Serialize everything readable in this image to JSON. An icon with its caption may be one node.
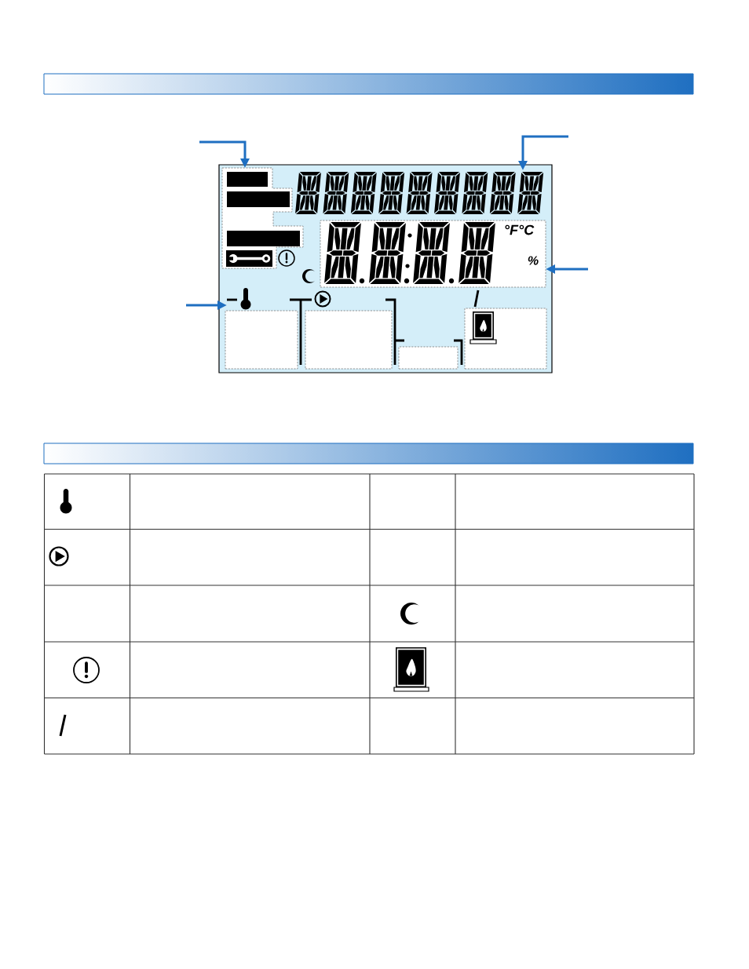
{
  "diagram": {
    "nodes": [
      {
        "text": [],
        "shape": "box"
      },
      {
        "text": [],
        "shape": "box",
        "in": 0
      },
      {
        "text": [],
        "shape": "bar",
        "in": 1
      },
      {
        "text": [],
        "shape": "bar",
        "in": 1
      },
      {
        "text": [],
        "shape": "bar",
        "in": 1
      },
      {
        "text": [],
        "shape": "picture",
        "in": 0
      },
      {
        "text": [
          "°F°C",
          "%"
        ],
        "in": 0
      },
      {
        "text": [],
        "shape": "picture",
        "in": 0
      },
      {
        "text": [],
        "shape": "box",
        "in": 0
      },
      {
        "text": [],
        "shape": "box",
        "in": 0
      },
      {
        "text": [],
        "shape": "box",
        "in": 0
      },
      {
        "text": [],
        "shape": "box",
        "in": 0
      }
    ],
    "edges": [
      {
        "from": null,
        "to": 1,
        "arrow": "to"
      },
      {
        "from": null,
        "to": 5,
        "arrow": "to"
      },
      {
        "from": null,
        "to": 6,
        "arrow": "to"
      },
      {
        "from": null,
        "to": 7,
        "arrow": "to"
      }
    ]
  }
}
